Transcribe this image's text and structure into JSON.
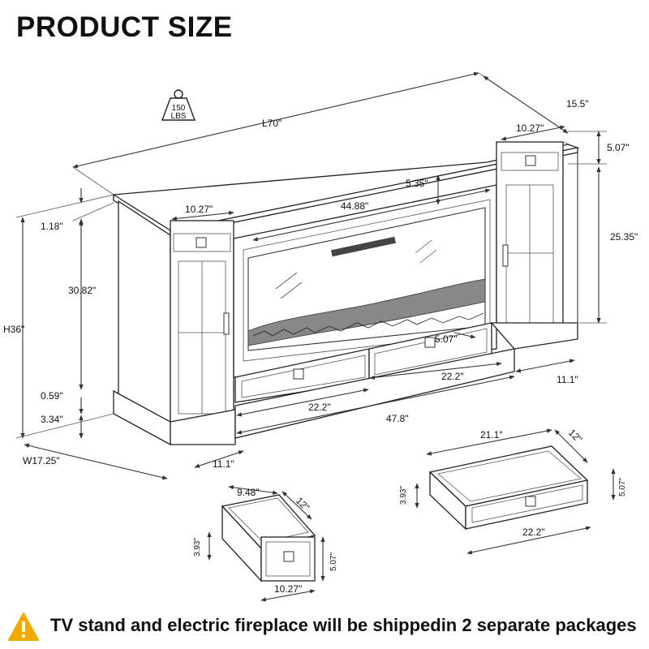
{
  "title": "PRODUCT SIZE",
  "weight": {
    "value": "150",
    "unit": "LBS"
  },
  "dimensions": {
    "length": "L70\"",
    "depth_top": "15.5\"",
    "side_drawer_width_right": "10.27\"",
    "side_drawer_height_right": "5.07\"",
    "side_cabinet_height": "25.35\"",
    "fireplace_gap": "5.35\"",
    "fireplace_width": "44.88\"",
    "side_drawer_width_left": "10.27\"",
    "top_thickness": "1.18\"",
    "body_height": "30.82\"",
    "total_height": "H36\"",
    "base_gap": "0.59\"",
    "base_height": "3.34\"",
    "total_depth": "W17.25\"",
    "side_depth_left": "11.1\"",
    "center_drawer_height": "5.07\"",
    "center_drawer_width_right": "22.2\"",
    "side_depth_right": "11.1\"",
    "center_drawer_width_left": "22.2\"",
    "center_width": "47.8\""
  },
  "small_drawer": {
    "top_width": "9.48\"",
    "depth": "12\"",
    "inner_height": "3.93\"",
    "front_height": "5.07\"",
    "front_width": "10.27\""
  },
  "large_drawer": {
    "top_width": "21.1\"",
    "depth": "12\"",
    "inner_height": "3.93\"",
    "front_height": "5.07\"",
    "front_width": "22.2\""
  },
  "footer": {
    "notice": "TV stand and electric fireplace will be shippedin 2 separate packages",
    "icon": "warning-icon",
    "icon_color": "#f2a900"
  }
}
